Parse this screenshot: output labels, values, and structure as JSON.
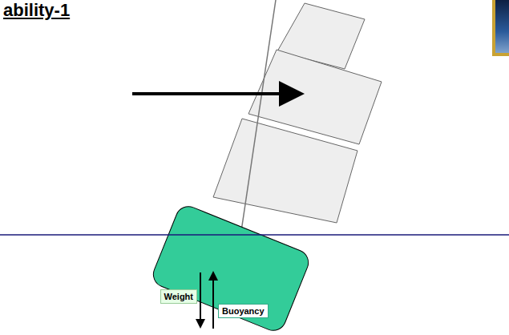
{
  "diagram": {
    "title": "ability-1",
    "nodes": [
      {
        "text": [
          "Weight"
        ]
      },
      {
        "text": [
          "Buoyancy"
        ]
      }
    ]
  }
}
